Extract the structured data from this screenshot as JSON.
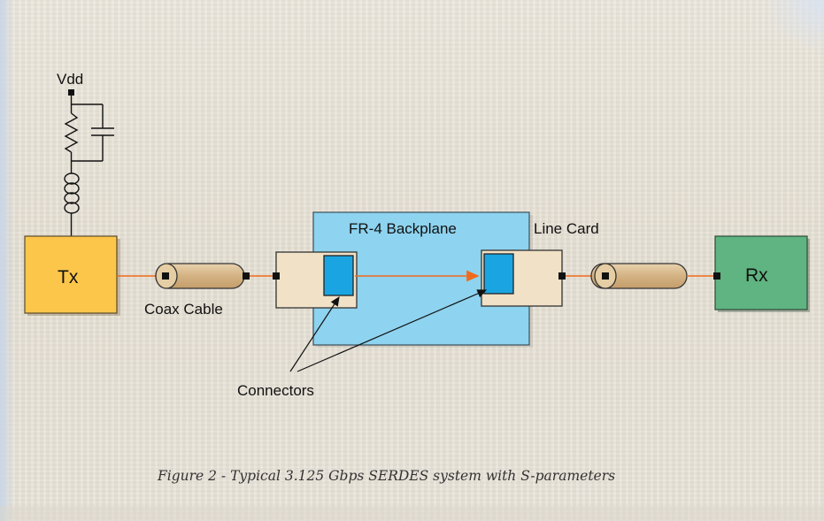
{
  "diagram": {
    "vdd_label": "Vdd",
    "tx_label": "Tx",
    "rx_label": "Rx",
    "coax_cable_label": "Coax Cable",
    "backplane_label": "FR-4 Backplane",
    "line_card_label": "Line Card",
    "connectors_label": "Connectors",
    "caption": "Figure 2 - Typical 3.125 Gbps SERDES system with S-parameters"
  },
  "colors": {
    "tx_fill": "#fcc64a",
    "rx_fill": "#5fb481",
    "backplane_fill": "#8ed3ef",
    "card_fill": "#f1e1c6",
    "connector_fill": "#1aa5e2",
    "cable_fill": "#d8b98c",
    "signal_line": "#f06a1c"
  }
}
